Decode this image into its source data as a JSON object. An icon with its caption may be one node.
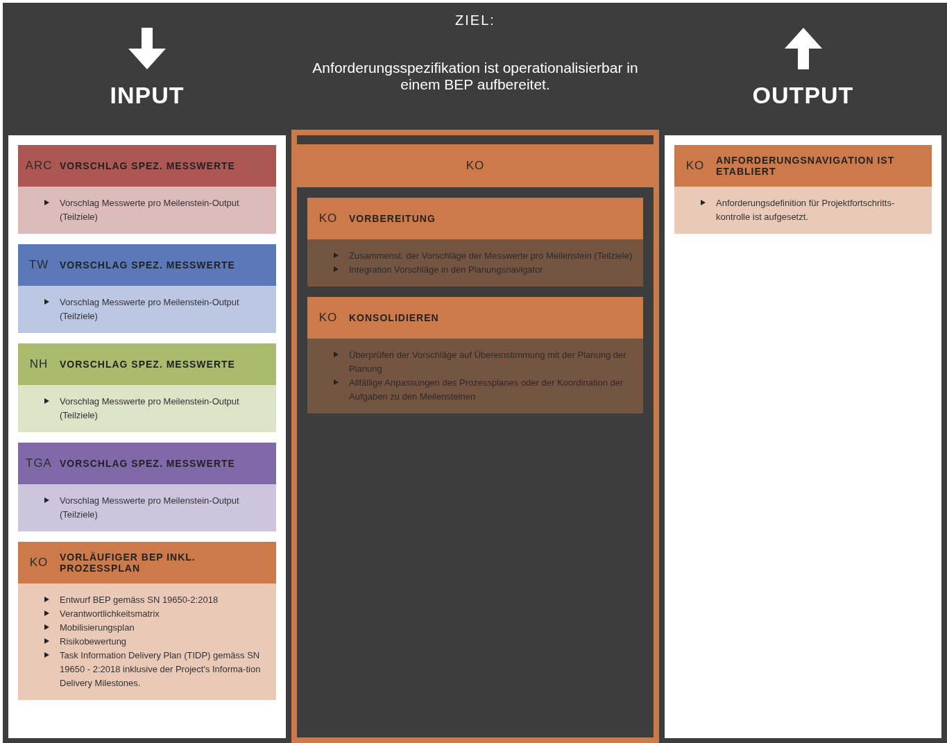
{
  "diagram": {
    "nodes": [
      {
        "text": [
          "INPUT"
        ]
      },
      {
        "text": [
          "ARC",
          "VORSCHLAG SPEZ. MESSWERTE",
          "Vorschlag Messwerte pro Meilenstein-Output (Teilziele)"
        ],
        "in": 0
      },
      {
        "text": [
          "TW",
          "VORSCHLAG SPEZ. MESSWERTE",
          "Vorschlag Messwerte pro Meilenstein-Output (Teilziele)"
        ],
        "in": 0
      },
      {
        "text": [
          "NH",
          "VORSCHLAG SPEZ. MESSWERTE",
          "Vorschlag Messwerte pro Meilenstein-Output (Teilziele)"
        ],
        "in": 0
      },
      {
        "text": [
          "TGA",
          "VORSCHLAG SPEZ. MESSWERTE",
          "Vorschlag Messwerte pro Meilenstein-Output (Teilziele)"
        ],
        "in": 0
      },
      {
        "text": [
          "KO",
          "VORLÄUFIGER BEP INKL. PROZESSPLAN",
          "Entwurf BEP gemäss SN 19650-2:2018",
          "Verantwortlichkeitsmatrix",
          "Mobilisierungsplan",
          "Risikobewertung",
          "Task Information Delivery Plan (TIDP) gemäss SN 19650 - 2:2018 inklusive der Project's Informa-tion Delivery Milestones."
        ],
        "in": 0
      },
      {
        "text": [
          "KO"
        ]
      },
      {
        "text": [
          "KO",
          "VORBEREITUNG",
          "Zusammenst. der Vorschläge der Messwerte pro Meilenstein (Teilziele)",
          "Integration Vorschläge in den Planungsnavigator"
        ],
        "in": 6
      },
      {
        "text": [
          "KO",
          "KONSOLIDIEREN",
          "Überprüfen der Vorschläge auf Übereinstimmung mit der Planung der Planung",
          "Allfällige Anpassungen des Prozessplanes oder der Koordination der Aufgaben zu den Meilensteinen"
        ],
        "in": 6
      },
      {
        "text": [
          "OUTPUT"
        ]
      },
      {
        "text": [
          "KO",
          "ANFORDERUNGSNAVIGATION IST ETABLIERT",
          "Anforderungsdefinition für Projektfortschritts-kontrolle ist aufgesetzt."
        ],
        "in": 9
      }
    ],
    "labels": [
      "ZIEL:",
      "Anforderungsspezifikation ist operationalisierbar in einem BEP aufbereitet."
    ]
  }
}
